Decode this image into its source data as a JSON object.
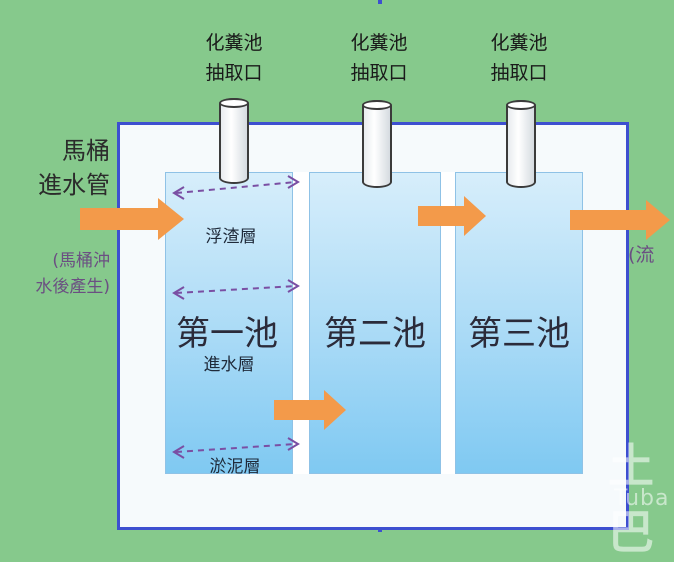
{
  "outlet_labels": [
    {
      "line1": "化糞池",
      "line2": "抽取口"
    },
    {
      "line1": "化糞池",
      "line2": "抽取口"
    },
    {
      "line1": "化糞池",
      "line2": "抽取口"
    }
  ],
  "inlet": {
    "title_line1": "馬桶",
    "title_line2": "進水管",
    "note_line1": "(馬桶沖",
    "note_line2": "水後產生)"
  },
  "pools": [
    "第一池",
    "第二池",
    "第三池"
  ],
  "layers": {
    "scum": "浮渣層",
    "inflow": "進水層",
    "sludge": "淤泥層"
  },
  "outflow_label": "(流",
  "watermark": {
    "main": "土巴",
    "sub": "Tuba"
  },
  "colors": {
    "background": "#86c98c",
    "tank_border": "#3d4fd0",
    "arrow": "#f39a4a",
    "dashed_arrow": "#7a4fa3"
  }
}
